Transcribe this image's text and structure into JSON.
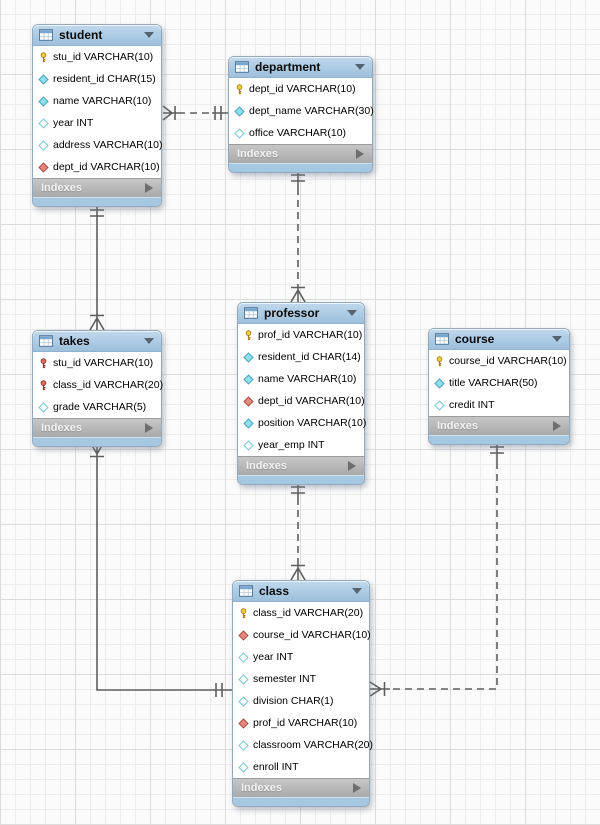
{
  "diagram_type": "EER diagram (crow's foot notation)",
  "colors": {
    "header_blue": "#a8c6e0",
    "indexes_gray": "#b2b2b2",
    "bottom_bar_blue": "#a6c7e0",
    "connector_gray": "#5e5e5e",
    "primary_key_gold": "#f2cf3e",
    "foreign_key_red": "#d9695c",
    "attribute_teal": "#8fe0ec",
    "grid_line": "#ececec"
  },
  "tables": [
    {
      "name": "student",
      "indexes_label": "Indexes",
      "fields": [
        {
          "icon": "key-gold",
          "text": "stu_id VARCHAR(10)"
        },
        {
          "icon": "diamond-filled",
          "text": "resident_id CHAR(15)"
        },
        {
          "icon": "diamond-filled",
          "text": "name VARCHAR(10)"
        },
        {
          "icon": "diamond-outline",
          "text": "year INT"
        },
        {
          "icon": "diamond-outline",
          "text": "address VARCHAR(10)"
        },
        {
          "icon": "diamond-red",
          "text": "dept_id VARCHAR(10)"
        }
      ]
    },
    {
      "name": "department",
      "indexes_label": "Indexes",
      "fields": [
        {
          "icon": "key-gold",
          "text": "dept_id VARCHAR(10)"
        },
        {
          "icon": "diamond-filled",
          "text": "dept_name VARCHAR(30)"
        },
        {
          "icon": "diamond-outline",
          "text": "office VARCHAR(10)"
        }
      ]
    },
    {
      "name": "takes",
      "indexes_label": "Indexes",
      "fields": [
        {
          "icon": "key-red",
          "text": "stu_id VARCHAR(10)"
        },
        {
          "icon": "key-red",
          "text": "class_id VARCHAR(20)"
        },
        {
          "icon": "diamond-outline",
          "text": "grade VARCHAR(5)"
        }
      ]
    },
    {
      "name": "professor",
      "indexes_label": "Indexes",
      "fields": [
        {
          "icon": "key-gold",
          "text": "prof_id VARCHAR(10)"
        },
        {
          "icon": "diamond-filled",
          "text": "resident_id CHAR(14)"
        },
        {
          "icon": "diamond-filled",
          "text": "name VARCHAR(10)"
        },
        {
          "icon": "diamond-red",
          "text": "dept_id VARCHAR(10)"
        },
        {
          "icon": "diamond-filled",
          "text": "position VARCHAR(10)"
        },
        {
          "icon": "diamond-outline",
          "text": "year_emp INT"
        }
      ]
    },
    {
      "name": "course",
      "indexes_label": "Indexes",
      "fields": [
        {
          "icon": "key-gold",
          "text": "course_id VARCHAR(10)"
        },
        {
          "icon": "diamond-filled",
          "text": "title VARCHAR(50)"
        },
        {
          "icon": "diamond-outline",
          "text": "credit INT"
        }
      ]
    },
    {
      "name": "class",
      "indexes_label": "Indexes",
      "fields": [
        {
          "icon": "key-gold",
          "text": "class_id VARCHAR(20)"
        },
        {
          "icon": "diamond-red",
          "text": "course_id VARCHAR(10)"
        },
        {
          "icon": "diamond-outline",
          "text": "year INT"
        },
        {
          "icon": "diamond-outline",
          "text": "semester INT"
        },
        {
          "icon": "diamond-outline",
          "text": "division CHAR(1)"
        },
        {
          "icon": "diamond-red",
          "text": "prof_id VARCHAR(10)"
        },
        {
          "icon": "diamond-outline",
          "text": "classroom VARCHAR(20)"
        },
        {
          "icon": "diamond-outline",
          "text": "enroll INT"
        }
      ]
    }
  ],
  "relationships": [
    {
      "many_end": "student",
      "one_end": "department",
      "line": "dashed"
    },
    {
      "many_end": "takes",
      "one_end": "student",
      "line": "solid"
    },
    {
      "many_end": "professor",
      "one_end": "department",
      "line": "dashed"
    },
    {
      "many_end": "class",
      "one_end": "professor",
      "line": "dashed"
    },
    {
      "many_end": "takes",
      "one_end": "class",
      "line": "solid"
    },
    {
      "many_end": "class",
      "one_end": "course",
      "line": "dashed"
    }
  ]
}
